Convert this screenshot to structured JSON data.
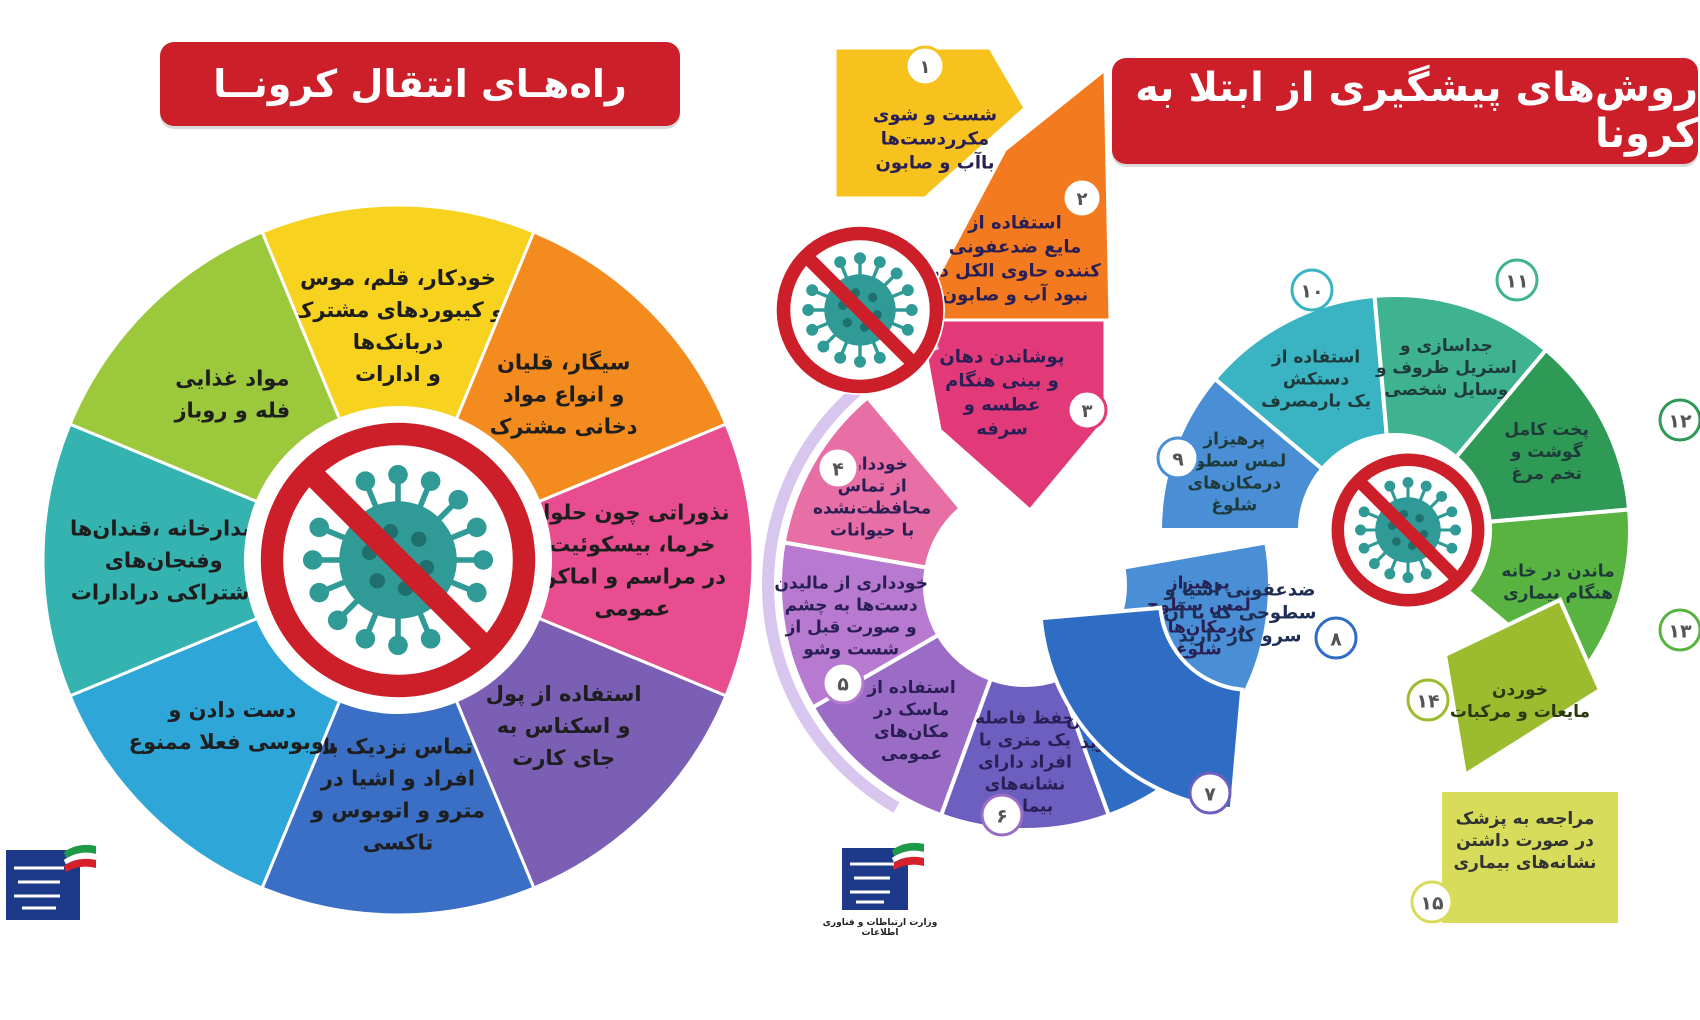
{
  "left": {
    "title": "راه‌هـای انتقال کرونــا",
    "wedges": [
      {
        "lines": [
          "خودکار، قلم، موس",
          "و کیبوردهای مشترک",
          "دربانک‌ها",
          "و ادارات"
        ],
        "color": "#f7d21e"
      },
      {
        "lines": [
          "سیگار، قلیان",
          "و انواع مواد",
          "دخانی مشترک"
        ],
        "color": "#f38b1e"
      },
      {
        "lines": [
          "نذوراتی چون حلوا،",
          "خرما، بیسکوئیت",
          "در مراسم و اماکن",
          "عمومی"
        ],
        "color": "#e74d8f"
      },
      {
        "lines": [
          "استفاده از پول",
          "و اسکناس به",
          "جای کارت"
        ],
        "color": "#7a5fb5"
      },
      {
        "lines": [
          "تماس نزدیک با",
          "افراد و اشیا در",
          "مترو و اتوبوس و",
          "تاکسی"
        ],
        "color": "#3b6fc6"
      },
      {
        "lines": [
          "دست دادن و",
          "روبوسی فعلا ممنوع"
        ],
        "color": "#2ea7d8"
      },
      {
        "lines": [
          "آبدارخانه ،قندان‌ها",
          "وفنجان‌های",
          "اشتراکی درادارات"
        ],
        "color": "#35b3b1"
      },
      {
        "lines": [
          "مواد غذایی",
          "فله و روباز"
        ],
        "color": "#9cc83b"
      }
    ]
  },
  "right": {
    "title": "روش‌های پیشگیری از ابتلا به کرونا",
    "items": [
      {
        "num": "۱",
        "lines": [
          "شست و شوی",
          "مکرردست‌ها",
          "باآب و صابون"
        ],
        "color": "#f7c21d"
      },
      {
        "num": "۲",
        "lines": [
          "استفاده از",
          "مایع ضدعفونی",
          "کننده حاوی الکل در",
          "نبود آب و صابون"
        ],
        "color": "#f37a1f"
      },
      {
        "num": "۳",
        "lines": [
          "پوشاندن دهان",
          "و بینی هنگام",
          "عطسه و",
          "سرفه"
        ],
        "color": "#e23a78"
      },
      {
        "num": "۴",
        "lines": [
          "خودداری",
          "از تماس",
          "محافظت‌نشده",
          "با حیوانات"
        ],
        "color": "#e86fa6"
      },
      {
        "num": "۵",
        "lines": [
          "خودداری از مالیدن",
          "دست‌ها به چشم",
          "و صورت قبل از",
          "شست وشو"
        ],
        "color": "#b77ad0"
      },
      {
        "num": "۶",
        "lines": [
          "استفاده از",
          "ماسک در",
          "مکان‌های",
          "عمومی"
        ],
        "color": "#9a6cc6"
      },
      {
        "num": "۷",
        "lines": [
          "حفظ فاصله",
          "یک متری با",
          "افراد دارای",
          "نشانه‌های",
          "بیماری"
        ],
        "color": "#6c5fc0"
      },
      {
        "num": "۸",
        "lines": [
          "ضدعفونی اشیا و",
          "سطوحی که با آن",
          "سرو کار دارید"
        ],
        "color": "#2f6dc4"
      },
      {
        "num": "۹",
        "lines": [
          "پرهیزاز",
          "لمس سطوح",
          "درمکان‌های",
          "شلوغ"
        ],
        "color": "#4a8fd6"
      },
      {
        "num": "۱۰",
        "lines": [
          "استفاده از",
          "دستکش",
          "یک بارمصرف"
        ],
        "color": "#3ab3c2"
      },
      {
        "num": "۱۱",
        "lines": [
          "جداسازی و",
          "استریل ظروف و",
          "وسایل شخصی"
        ],
        "color": "#3fb38f"
      },
      {
        "num": "۱۲",
        "lines": [
          "پخت کامل",
          "گوشت و",
          "تخم مرغ"
        ],
        "color": "#2e9a55"
      },
      {
        "num": "۱۳",
        "lines": [
          "ماندن در خانه",
          "هنگام بیماری"
        ],
        "color": "#58b340"
      },
      {
        "num": "۱۴",
        "lines": [
          "خوردن",
          "مایعات و مرکبات"
        ],
        "color": "#9dbb2e"
      },
      {
        "num": "۱۵",
        "lines": [
          "مراجعه به پزشک",
          "در صورت داشتن",
          "نشانه‌های بیماری"
        ],
        "color": "#d7dc5a"
      }
    ]
  },
  "logo_caption": "وزارت ارتباطات و فناوری اطلاعات",
  "colors": {
    "banner": "#cc1f2a",
    "virus": "#2f9a96",
    "prohibit": "#cc1f2a"
  },
  "icons": [
    "virus-prohibited-icon",
    "ministry-logo",
    "flag-icon"
  ]
}
